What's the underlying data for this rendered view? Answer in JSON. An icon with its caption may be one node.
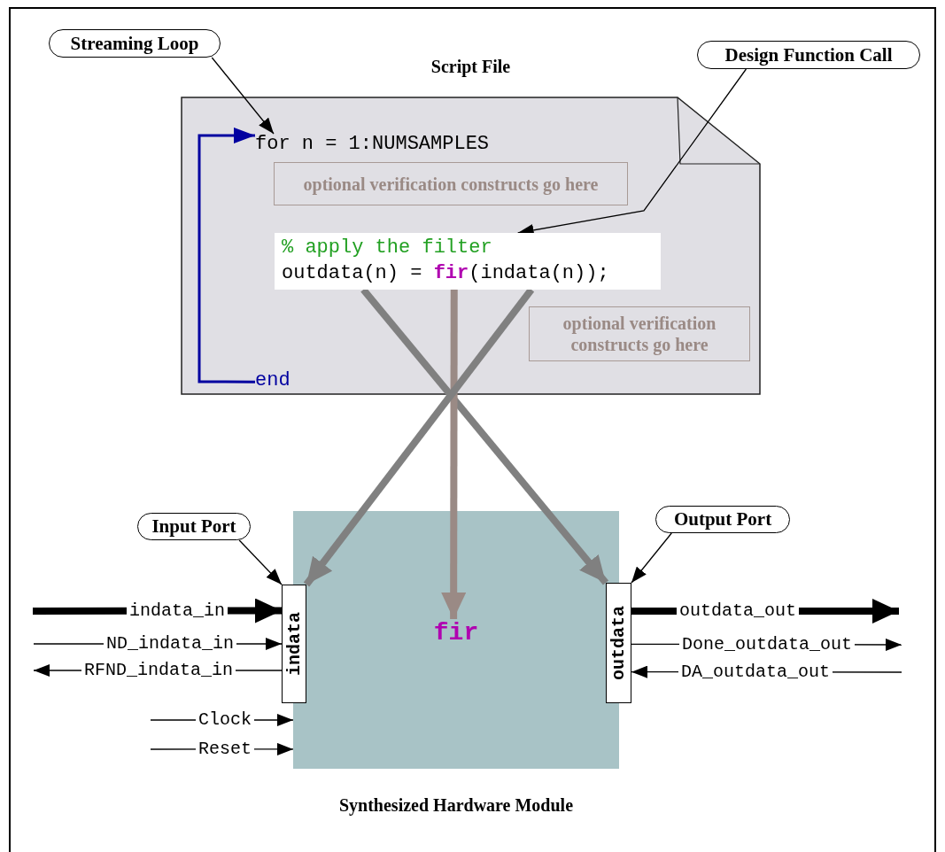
{
  "diagram": {
    "nodes": [
      {
        "text": [
          "Streaming Loop"
        ]
      },
      {
        "text": [
          "Design Function Call"
        ]
      },
      {
        "text": [
          "Script File"
        ]
      },
      {
        "text": [
          "for n = 1:NUMSAMPLES"
        ],
        "in": 2
      },
      {
        "text": [
          "optional verification constructs go here"
        ],
        "in": 2
      },
      {
        "text": [
          "% apply the filter",
          "outdata(n) = **fir**(indata(n));"
        ],
        "in": 2
      },
      {
        "text": [
          "optional verification constructs go here"
        ],
        "in": 2
      },
      {
        "text": [
          "end"
        ],
        "in": 2
      },
      {
        "text": [
          "Input Port"
        ]
      },
      {
        "text": [
          "Output Port"
        ]
      },
      {
        "text": [
          "Synthesized Hardware Module"
        ]
      },
      {
        "text": [
          "fir"
        ],
        "in": 10
      },
      {
        "text": [
          "indata"
        ]
      },
      {
        "text": [
          "outdata"
        ]
      }
    ],
    "edges": [
      {
        "from": 0,
        "to": 3,
        "arrow": "to"
      },
      {
        "from": 1,
        "to": 5,
        "arrow": "to"
      },
      {
        "from": 7,
        "to": 3,
        "arrow": "to",
        "style": "thick",
        "color": "#0000a0"
      },
      {
        "from": 5,
        "to": 13,
        "arrow": "to",
        "style": "thick",
        "color": "#808080"
      },
      {
        "from": 5,
        "to": 11,
        "arrow": "to",
        "style": "thick",
        "color": "#9a8a85"
      },
      {
        "from": 5,
        "to": 12,
        "arrow": "to",
        "style": "thick",
        "color": "#808080"
      },
      {
        "from": 8,
        "to": 12,
        "arrow": "to"
      },
      {
        "from": 9,
        "to": 13,
        "arrow": "to"
      },
      {
        "from": null,
        "to": 12,
        "arrow": "to",
        "label": "indata_in",
        "style": "thick"
      },
      {
        "from": null,
        "to": 12,
        "arrow": "to",
        "label": "ND_indata_in"
      },
      {
        "from": 12,
        "to": null,
        "arrow": "to",
        "label": "RFND_indata_in"
      },
      {
        "from": null,
        "to": 10,
        "arrow": "to",
        "label": "Clock"
      },
      {
        "from": null,
        "to": 10,
        "arrow": "to",
        "label": "Reset"
      },
      {
        "from": 13,
        "to": null,
        "arrow": "to",
        "label": "outdata_out",
        "style": "thick"
      },
      {
        "from": 13,
        "to": null,
        "arrow": "to",
        "label": "Done_outdata_out"
      },
      {
        "from": null,
        "to": 13,
        "arrow": "to",
        "label": "DA_outdata_out"
      }
    ]
  }
}
